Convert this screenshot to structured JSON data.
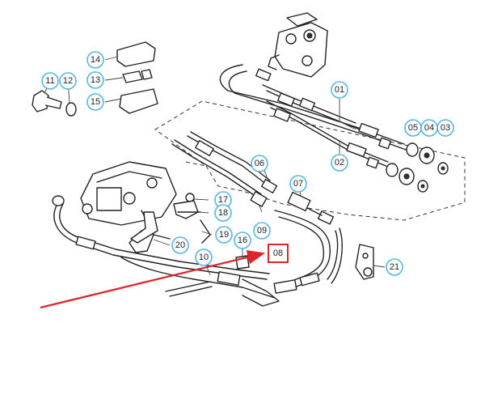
{
  "callouts": [
    {
      "label": "01"
    },
    {
      "label": "02"
    },
    {
      "label": "03"
    },
    {
      "label": "04"
    },
    {
      "label": "05"
    },
    {
      "label": "06"
    },
    {
      "label": "07"
    },
    {
      "label": "08"
    },
    {
      "label": "09"
    },
    {
      "label": "10"
    },
    {
      "label": "11"
    },
    {
      "label": "12"
    },
    {
      "label": "13"
    },
    {
      "label": "14"
    },
    {
      "label": "15"
    },
    {
      "label": "16"
    },
    {
      "label": "17"
    },
    {
      "label": "18"
    },
    {
      "label": "19"
    },
    {
      "label": "20"
    },
    {
      "label": "21"
    }
  ],
  "highlight": {
    "label": "08",
    "color": "#d9262c"
  },
  "colors": {
    "callout_ring": "#55b7e6",
    "pointer": "#e0242b",
    "line_art": "#222222"
  }
}
